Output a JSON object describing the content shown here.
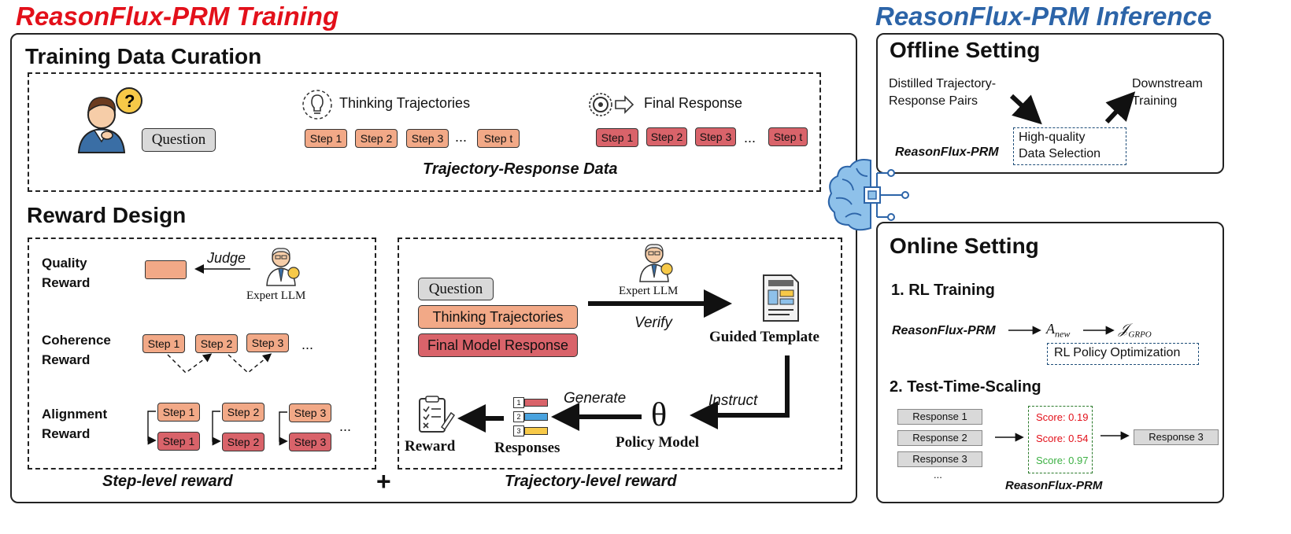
{
  "titles": {
    "training": "ReasonFlux-PRM Training",
    "inference": "ReasonFlux-PRM Inference"
  },
  "curation": {
    "heading": "Training Data Curation",
    "question": "Question",
    "thinking_label": "Thinking Trajectories",
    "final_label": "Final Response",
    "steps": [
      "Step 1",
      "Step 2",
      "Step 3",
      "Step t"
    ],
    "ellipsis": "...",
    "caption": "Trajectory-Response Data"
  },
  "reward_design": {
    "heading": "Reward Design",
    "quality": "Quality Reward",
    "coherence": "Coherence Reward",
    "alignment": "Alignment Reward",
    "judge": "Judge",
    "expert": "Expert LLM",
    "steps": [
      "Step 1",
      "Step 2",
      "Step 3"
    ],
    "ellipsis": "...",
    "step_caption": "Step-level reward",
    "plus": "+",
    "traj_caption": "Trajectory-level reward",
    "question": "Question",
    "thinking": "Thinking Trajectories",
    "final_model": "Final Model Response",
    "verify": "Verify",
    "guided": "Guided Template",
    "instruct": "Instruct",
    "theta": "θ",
    "policy": "Policy Model",
    "generate": "Generate",
    "responses": "Responses",
    "reward": "Reward",
    "resp_nums": [
      "1",
      "2",
      "3"
    ]
  },
  "offline": {
    "heading": "Offline Setting",
    "distilled": [
      "Distilled Trajectory-",
      "Response Pairs"
    ],
    "downstream": [
      "Downstream",
      "Training"
    ],
    "prm": "ReasonFlux-PRM",
    "hq": [
      "High-quality",
      "Data Selection"
    ]
  },
  "online": {
    "heading": "Online Setting",
    "rl": "1. RL Training",
    "prm": "ReasonFlux-PRM",
    "a_new": "A",
    "a_sub": "new",
    "j": "𝒥",
    "j_sub": "GRPO",
    "rl_policy": "RL Policy Optimization",
    "tts": "2. Test-Time-Scaling",
    "responses": [
      "Response 1",
      "Response 2",
      "Response 3"
    ],
    "ellipsis": "...",
    "scores": [
      "Score: 0.19",
      "Score: 0.54",
      "Score: 0.97"
    ],
    "selected": "Response 3",
    "prm_caption": "ReasonFlux-PRM"
  },
  "colors": {
    "title_red": "#e3101a",
    "title_blue": "#2c64a8",
    "step_orange": "#f2a987",
    "step_red": "#d9636a",
    "score_red": "#e3101a",
    "score_green": "#3cb043",
    "brain_blue": "#8ec1ea"
  }
}
